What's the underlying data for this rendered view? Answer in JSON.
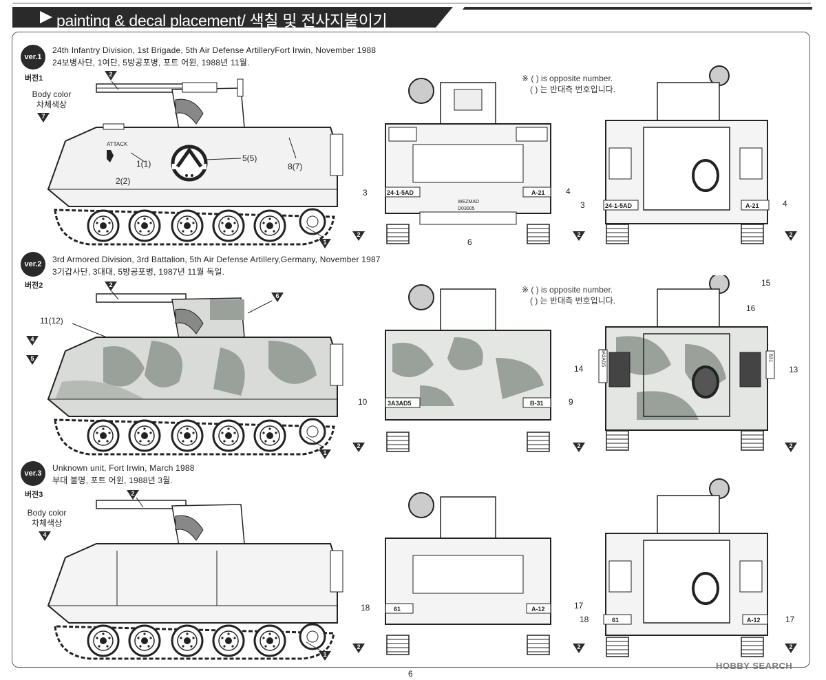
{
  "header": {
    "title": "painting & decal placement/ 색칠 및 전사지붙이기",
    "bar_color": "#2a2a2a"
  },
  "colors": {
    "ink": "#222222",
    "camo_dark": "#9aa09a",
    "camo_light": "#c9cdc9",
    "body": "#e8e8e8"
  },
  "versions": [
    {
      "badge": "ver.1",
      "sub": "버전1",
      "caption_en": "24th Infantry Division, 1st Brigade, 5th Air Defense ArtilleryFort Irwin, November 1988",
      "caption_ko": "24보병사단, 1여단, 5방공포병, 포트 어윈, 1988년 11월.",
      "body_color": {
        "label_en": "Body color",
        "label_ko": "차체색상",
        "marker": "7"
      },
      "side_callouts": {
        "top": "2",
        "a": "1(1)",
        "b": "2(2)",
        "c": "5(5)",
        "d": "8(7)",
        "bottom": "1"
      },
      "plates": {
        "side_text": "ATTACK",
        "front_left": "24-1-5AD",
        "front_right": "A-21",
        "front_center_1": "WEZMAD",
        "front_center_2": "D03005",
        "rear_left": "24-1-5AD",
        "rear_right": "A-21"
      },
      "note_1": "※ (   ) is opposite number.",
      "note_2": "(   ) 는 반대측 번호입니다.",
      "numbers": {
        "front_left": "3",
        "front_right": "4",
        "front_bottom": "6",
        "rear_left": "3",
        "rear_right": "4",
        "marker_a": "2",
        "marker_b": "2",
        "marker_c": "2"
      }
    },
    {
      "badge": "ver.2",
      "sub": "버전2",
      "caption_en": "3rd Armored Division, 3rd Battalion, 5th Air Defense Artillery,Germany, November 1987",
      "caption_ko": "3기갑사단, 3대대, 5방공포병, 1987년 11월 독일.",
      "side_callouts": {
        "top": "2",
        "turret": "6",
        "a": "11(12)",
        "left_1": "4",
        "left_2": "5",
        "bottom": "1"
      },
      "plates": {
        "front_left": "3A3AD5",
        "front_right": "B-31",
        "rear_left": "3A3AD5",
        "rear_right": "B31"
      },
      "note_1": "※ (   ) is opposite number.",
      "note_2": "(   ) 는 반대측 번호입니다.",
      "numbers": {
        "front_left": "10",
        "front_right": "9",
        "rear_top": "15",
        "rear_upper": "16",
        "rear_left": "14",
        "rear_right": "13",
        "marker_a": "2",
        "marker_b": "2",
        "marker_c": "2"
      }
    },
    {
      "badge": "ver.3",
      "sub": "버전3",
      "caption_en": "Unknown unit, Fort Irwin, March 1988",
      "caption_ko": "부대 불명, 포트 어윈, 1988년 3월.",
      "body_color": {
        "label_en": "Body color",
        "label_ko": "차체색상",
        "marker": "4"
      },
      "side_callouts": {
        "top": "2",
        "bottom": "1"
      },
      "plates": {
        "front_left": "61",
        "front_right": "A-12",
        "rear_left": "61",
        "rear_right": "A-12"
      },
      "numbers": {
        "front_left": "18",
        "front_right": "17",
        "rear_left": "18",
        "rear_right": "17",
        "marker_a": "2",
        "marker_b": "2",
        "marker_c": "2"
      }
    }
  ],
  "page_number": "6",
  "watermark": "HOBBY SEARCH"
}
